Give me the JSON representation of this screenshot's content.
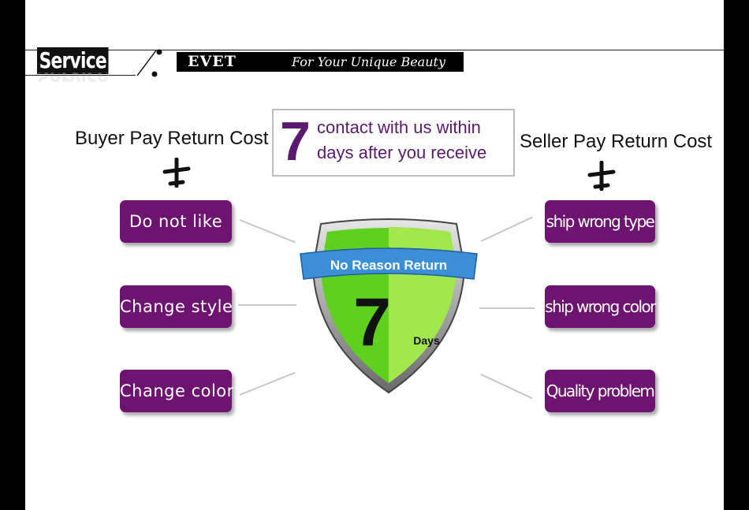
{
  "header": {
    "section_title": "Service",
    "brand_name": "EVET",
    "slogan": "For Your Unique Beauty"
  },
  "buyer": {
    "heading": "Buyer Pay Return Cost",
    "icon": "airplane-icon",
    "reasons": [
      "Do not like",
      "Change style",
      "Change color"
    ]
  },
  "seller": {
    "heading": "Seller Pay Return Cost",
    "icon": "airplane-icon",
    "reasons": [
      "ship wrong type",
      "ship wrong color",
      "Quality problem"
    ]
  },
  "notice": {
    "number": "7",
    "line1": "contact  with us within",
    "line2": "days after you  receive"
  },
  "badge": {
    "ribbon": "No Reason Return",
    "number": "7",
    "unit": "Days"
  },
  "colors": {
    "accent_purple": "#6d1470",
    "notice_purple": "#5b1a70",
    "shield_green_dark": "#5fd01d",
    "shield_green_light": "#9fe84a",
    "ribbon_blue": "#3a8fd6"
  }
}
